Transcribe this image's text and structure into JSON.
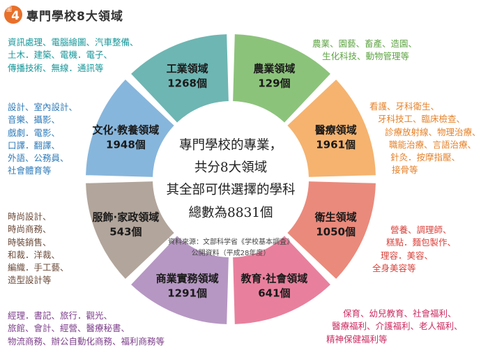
{
  "figure": {
    "badge_label": "圖",
    "badge_number": "4",
    "title": "專門學校8大領域"
  },
  "center": {
    "line1": "專門學校的專業，",
    "line2": "共分8大領域",
    "line3": "其全部可供選擇的學科",
    "line4": "總數為8831個",
    "source_line1": "資料來源：文部科学省《学校基本調査》",
    "source_line2": "公開資料（平成28年度）"
  },
  "fields": [
    {
      "id": "industry",
      "name": "工業領域",
      "count": "1268個",
      "color": "#6eb6b3",
      "details": [
        "資訊處理、電腦繪圖、汽車整備、",
        "土木．建築、電機．電子、",
        "傳播技術、無線．通訊等"
      ]
    },
    {
      "id": "agriculture",
      "name": "農業領域",
      "count": "129個",
      "color": "#8cc37b",
      "details": [
        "農業、園藝、畜產、造園、",
        "生化科技、動物管理等"
      ]
    },
    {
      "id": "medical",
      "name": "醫療領域",
      "count": "1961個",
      "color": "#f5b36f",
      "details": [
        "看護、牙科衛生、",
        "牙科技工、臨床檢查、",
        "診療放射線、物理治療、",
        "職能治療、言語治療、",
        "針灸．按摩指壓、",
        "接骨等"
      ]
    },
    {
      "id": "hygiene",
      "name": "衛生領域",
      "count": "1050個",
      "color": "#ea8a7c",
      "details": [
        "營養、調理師、",
        "糕點．麵包製作、",
        "理容．美容、",
        "全身美容等"
      ]
    },
    {
      "id": "education-welfare",
      "name": "教育·社會領域",
      "count": "641個",
      "color": "#e8809d",
      "details": [
        "保育、幼兒教育、社會福利、",
        "醫療福利、介護福利、老人福利、",
        "精神保健福利等"
      ]
    },
    {
      "id": "business",
      "name": "商業實務領域",
      "count": "1291個",
      "color": "#b697c3",
      "details": [
        "經理．書記、旅行．觀光、",
        "旅館、會計、經營、醫療秘書、",
        "物流商務、辦公自動化商務、福利商務等"
      ]
    },
    {
      "id": "fashion-home",
      "name": "服飾·家政領域",
      "count": "543個",
      "color": "#b2a59b",
      "details": [
        "時尚設計、",
        "時尚商務、",
        "時裝銷售、",
        "和裁．洋裁、",
        "編織．手工藝、",
        "造型設計等"
      ]
    },
    {
      "id": "culture-education",
      "name": "文化·教養領域",
      "count": "1948個",
      "color": "#87b6dc",
      "details": [
        "設計、室內設計、",
        "音樂、攝影、",
        "戲劇．電影、",
        "口譯．翻譯、",
        "外語、公務員、",
        "社會體育等"
      ]
    }
  ]
}
